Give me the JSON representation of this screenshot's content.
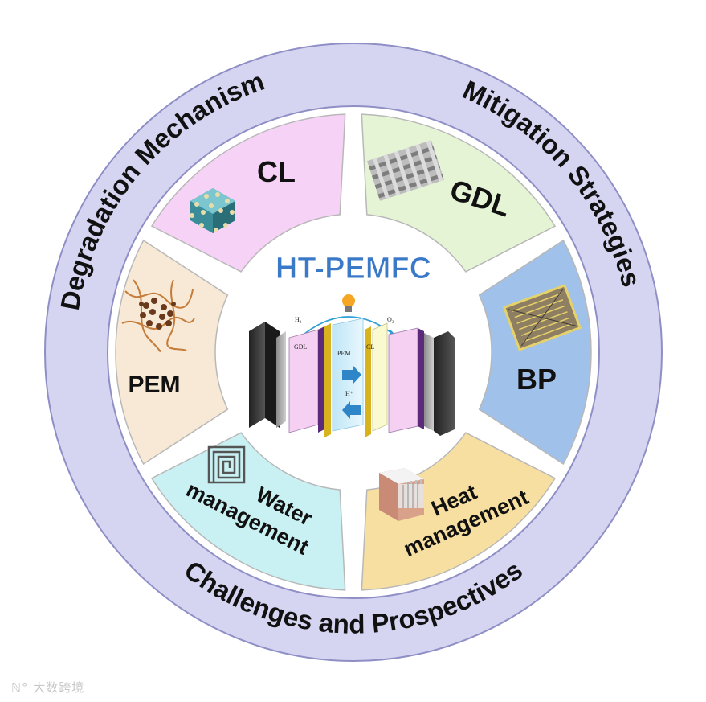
{
  "center": {
    "title": "HT-PEMFC"
  },
  "ring": {
    "top_left": "Degradation Mechanism",
    "top_right": "Mitigation Strategies",
    "bottom": "Challenges and Prospectives"
  },
  "segments": {
    "cl": {
      "label": "CL",
      "color": "#f7d2f7"
    },
    "gdl": {
      "label": "GDL",
      "color": "#e6f4d6"
    },
    "bp": {
      "label": "BP",
      "color": "#9fc1ea"
    },
    "heat": {
      "line1": "Heat",
      "line2": "management",
      "color": "#f6dfa0"
    },
    "water": {
      "line1": "Water",
      "line2": "management",
      "color": "#c9f1f3"
    },
    "pem": {
      "label": "PEM",
      "color": "#f7e9d5"
    }
  },
  "cell": {
    "h2": "H₂",
    "o2": "O₂",
    "electron": "e⁻",
    "proton": "H⁺",
    "gdl": "GDL",
    "pem": "PEM",
    "cl": "CL"
  },
  "watermark": "大数跨境",
  "colors": {
    "ring": "#d5d5f2",
    "ring_stroke": "#8f8fc6",
    "title": "#3a78c8"
  }
}
